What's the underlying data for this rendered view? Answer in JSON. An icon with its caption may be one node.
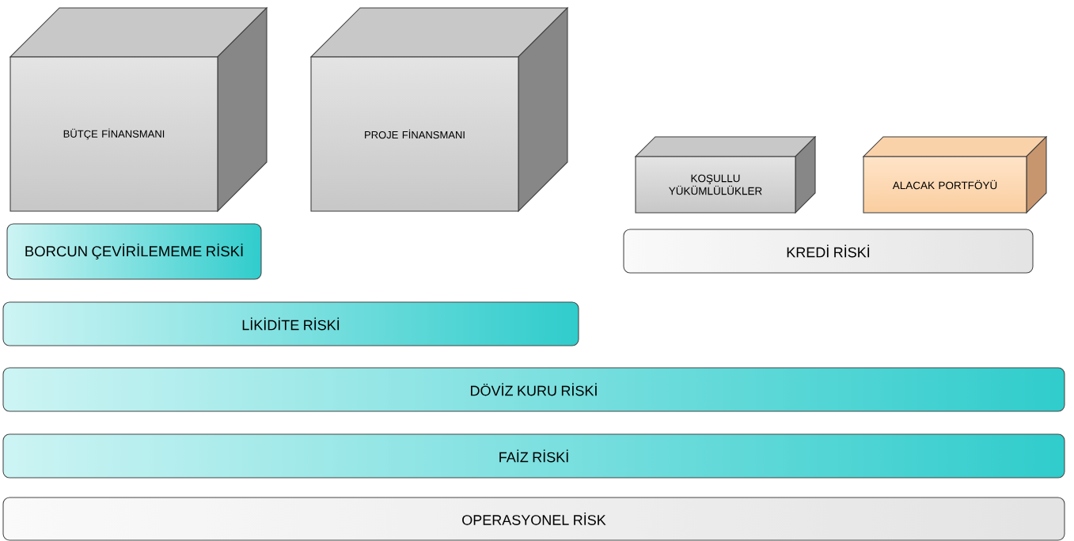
{
  "diagram": {
    "nodes": [
      {
        "text": [
          "BÜTÇE FİNANSMANI"
        ]
      },
      {
        "text": [
          "PROJE FİNANSMANI"
        ]
      },
      {
        "text": [
          "KOŞULLU YÜKÜMLÜLÜKLER"
        ]
      },
      {
        "text": [
          "ALACAK PORTFÖYÜ"
        ]
      },
      {
        "text": [
          "BORCUN ÇEVİRİLEMEME RİSKİ"
        ]
      },
      {
        "text": [
          "KREDİ RİSKİ"
        ]
      },
      {
        "text": [
          "LİKİDİTE RİSKİ"
        ]
      },
      {
        "text": [
          "DÖVİZ KURU RİSKİ"
        ]
      },
      {
        "text": [
          "FAİZ RİSKİ"
        ]
      },
      {
        "text": [
          "OPERASYONEL RİSK"
        ]
      }
    ]
  }
}
